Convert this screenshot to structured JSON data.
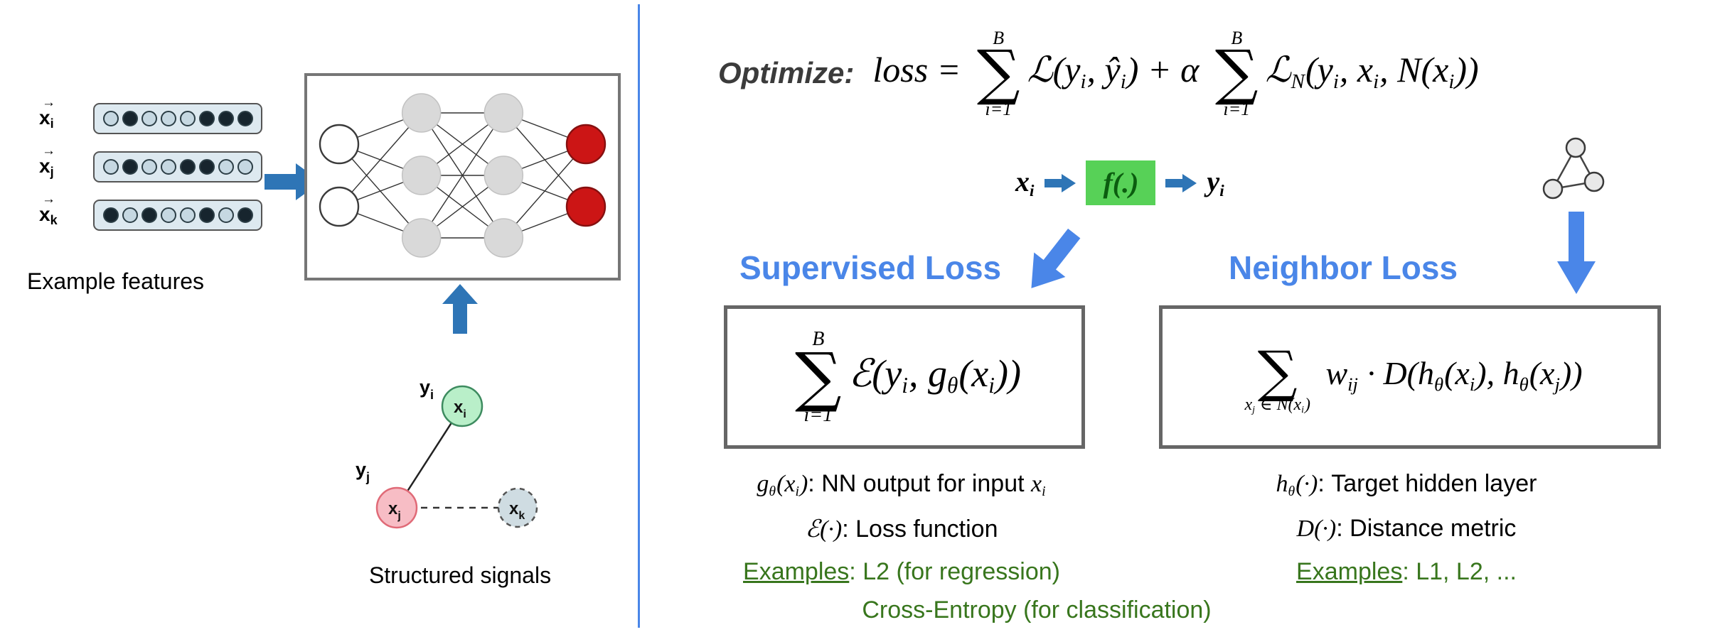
{
  "colors": {
    "accent_blue": "#4a86e8",
    "arrow_teal": "#2e75b6",
    "green_text": "#38761d",
    "f_box_green": "#57d157",
    "output_node_red": "#cc1515",
    "node_green": "#b9efc9",
    "node_pink": "#f7bdc5",
    "node_gray": "#cfdce2",
    "divider_blue": "#4a86e8"
  },
  "icons": {
    "features_to_nn_arrow": "right-arrow",
    "signals_to_nn_arrow": "up-arrow",
    "supervised_arrow": "down-left-arrow",
    "neighbor_arrow": "down-arrow",
    "neighbor_graph_icon": "triangle-graph"
  },
  "math_sum_glyph": "∑",
  "left": {
    "features": {
      "caption": "Example features",
      "vec_arrow": "→",
      "rows": [
        {
          "base": "x",
          "sub": "i",
          "dots": [
            0,
            1,
            0,
            0,
            0,
            1,
            1,
            1
          ]
        },
        {
          "base": "x",
          "sub": "j",
          "dots": [
            0,
            1,
            0,
            0,
            1,
            1,
            0,
            0
          ]
        },
        {
          "base": "x",
          "sub": "k",
          "dots": [
            1,
            0,
            1,
            0,
            0,
            1,
            0,
            1
          ]
        }
      ]
    },
    "nn": {
      "layers": [
        {
          "count": 2,
          "type": "input"
        },
        {
          "count": 3,
          "type": "hidden"
        },
        {
          "count": 3,
          "type": "hidden"
        },
        {
          "count": 2,
          "type": "output"
        }
      ]
    },
    "signals": {
      "caption": "Structured signals",
      "node_xi": {
        "base": "x",
        "sub": "i"
      },
      "node_xj": {
        "base": "x",
        "sub": "j"
      },
      "node_xk": {
        "base": "x",
        "sub": "k"
      },
      "label_yi": {
        "base": "y",
        "sub": "i"
      },
      "label_yj": {
        "base": "y",
        "sub": "j"
      }
    }
  },
  "right": {
    "optimize_label": "Optimize:",
    "loss_formula": [
      {
        "t": "n",
        "v": "loss = "
      },
      {
        "t": "sum",
        "top": "B",
        "bot": "i=1"
      },
      {
        "t": "n",
        "v": "ℒ(y"
      },
      {
        "t": "sub",
        "v": "i"
      },
      {
        "t": "n",
        "v": ", ŷ"
      },
      {
        "t": "sub",
        "v": "i"
      },
      {
        "t": "n",
        "v": ") + α "
      },
      {
        "t": "sum",
        "top": "B",
        "bot": "i=1"
      },
      {
        "t": "n",
        "v": "ℒ"
      },
      {
        "t": "sub",
        "v": "N"
      },
      {
        "t": "n",
        "v": "(y"
      },
      {
        "t": "sub",
        "v": "i"
      },
      {
        "t": "n",
        "v": ", x"
      },
      {
        "t": "sub",
        "v": "i"
      },
      {
        "t": "n",
        "v": ", N(x"
      },
      {
        "t": "sub",
        "v": "i"
      },
      {
        "t": "n",
        "v": "))"
      }
    ],
    "pipeline": {
      "x_tokens": [
        {
          "t": "n",
          "v": "x"
        },
        {
          "t": "sub",
          "v": "i"
        }
      ],
      "f_tokens": [
        {
          "t": "n",
          "v": "f(.)"
        }
      ],
      "y_tokens": [
        {
          "t": "n",
          "v": "y"
        },
        {
          "t": "sub",
          "v": "i"
        }
      ]
    },
    "supervised": {
      "heading": "Supervised Loss",
      "formula": [
        {
          "t": "sum",
          "top": "B",
          "bot": "i=1"
        },
        {
          "t": "n",
          "v": "ℰ(y"
        },
        {
          "t": "sub",
          "v": "i"
        },
        {
          "t": "n",
          "v": ", g"
        },
        {
          "t": "sub",
          "v": "θ"
        },
        {
          "t": "n",
          "v": "(x"
        },
        {
          "t": "sub",
          "v": "i"
        },
        {
          "t": "n",
          "v": "))"
        }
      ],
      "defs": [
        [
          {
            "t": "n",
            "v": "g"
          },
          {
            "t": "sub",
            "v": "θ"
          },
          {
            "t": "n",
            "v": "(x"
          },
          {
            "t": "sub",
            "v": "i"
          },
          {
            "t": "n",
            "v": ")"
          },
          {
            "t": "r",
            "v": ": NN output for input "
          },
          {
            "t": "n",
            "v": "x"
          },
          {
            "t": "sub",
            "v": "i"
          }
        ],
        [
          {
            "t": "n",
            "v": "ℰ(·)"
          },
          {
            "t": "r",
            "v": ": Loss function"
          }
        ]
      ],
      "examples_label": "Examples",
      "examples_line1": ": L2 (for regression)",
      "examples_line2": "Cross-Entropy (for classification)"
    },
    "neighbor": {
      "heading": "Neighbor Loss",
      "formula": [
        {
          "t": "sum",
          "top": " ",
          "bot": [
            {
              "t": "n",
              "v": "x"
            },
            {
              "t": "sub",
              "v": "j"
            },
            {
              "t": "n",
              "v": " ∈ N(x"
            },
            {
              "t": "sub",
              "v": "i"
            },
            {
              "t": "n",
              "v": ")"
            }
          ]
        },
        {
          "t": "n",
          "v": " w"
        },
        {
          "t": "sub",
          "v": "ij"
        },
        {
          "t": "n",
          "v": " · D(h"
        },
        {
          "t": "sub",
          "v": "θ"
        },
        {
          "t": "n",
          "v": "(x"
        },
        {
          "t": "sub",
          "v": "i"
        },
        {
          "t": "n",
          "v": "), h"
        },
        {
          "t": "sub",
          "v": "θ"
        },
        {
          "t": "n",
          "v": "(x"
        },
        {
          "t": "sub",
          "v": "j"
        },
        {
          "t": "n",
          "v": "))"
        }
      ],
      "defs": [
        [
          {
            "t": "n",
            "v": "h"
          },
          {
            "t": "sub",
            "v": "θ"
          },
          {
            "t": "n",
            "v": "(·)"
          },
          {
            "t": "r",
            "v": ": Target hidden layer"
          }
        ],
        [
          {
            "t": "n",
            "v": "D(·)"
          },
          {
            "t": "r",
            "v": ": Distance metric"
          }
        ]
      ],
      "examples_label": "Examples",
      "examples_line1": ": L1, L2, ..."
    }
  }
}
